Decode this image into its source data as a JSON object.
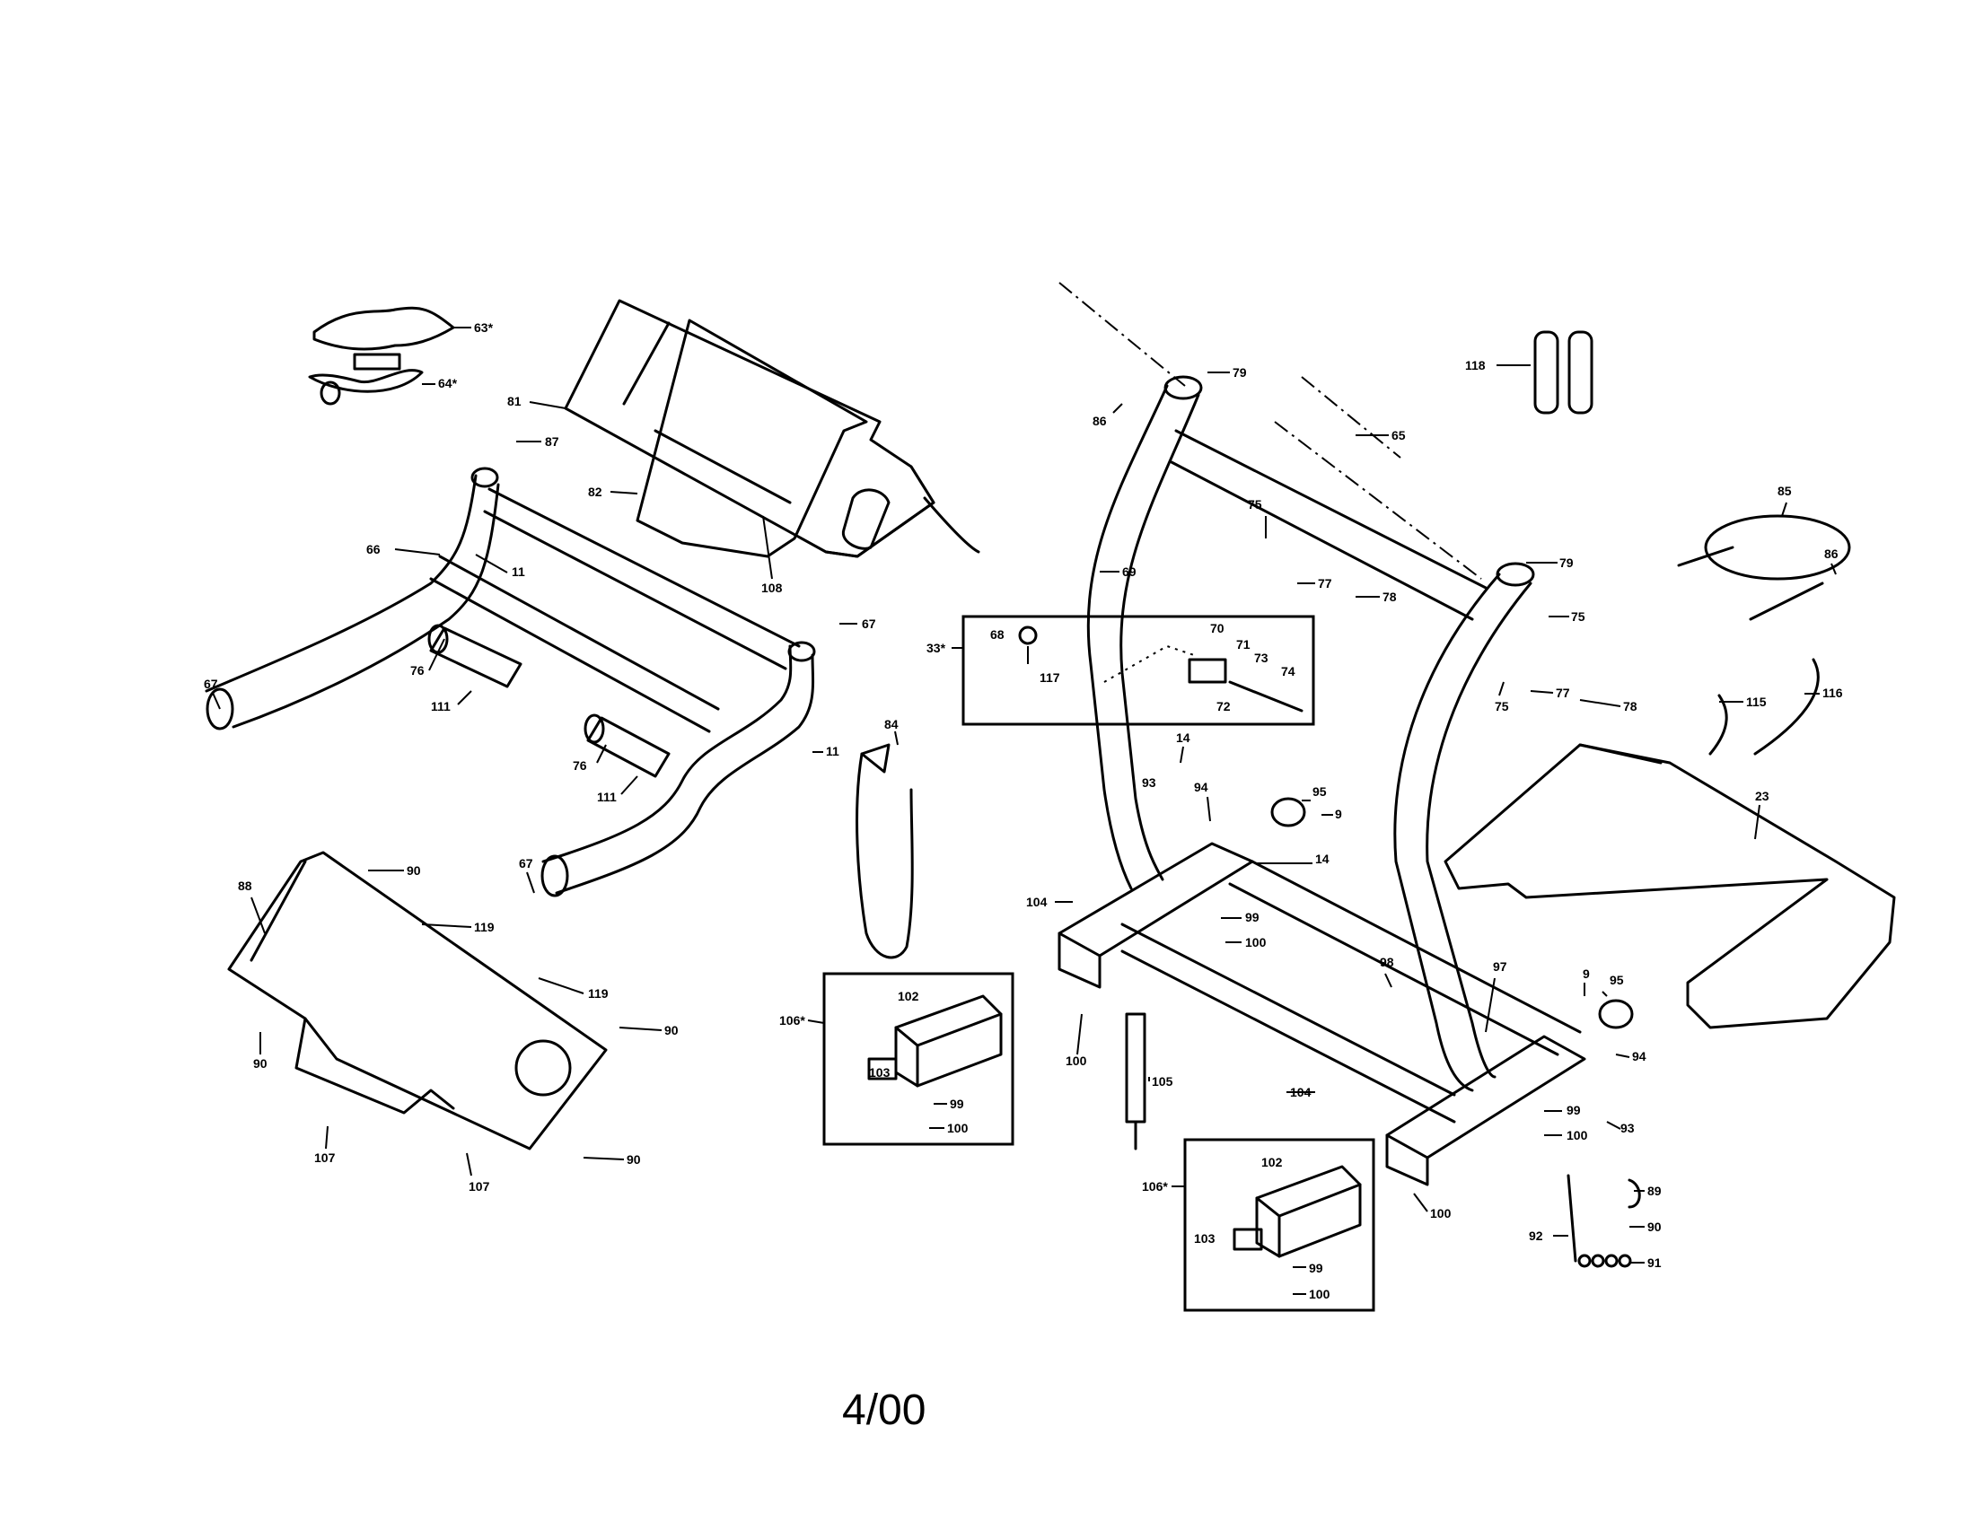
{
  "page_date": "4/00",
  "callouts": [
    "63*",
    "64*",
    "81",
    "87",
    "82",
    "108",
    "66",
    "11",
    "67",
    "76",
    "111",
    "67",
    "76",
    "111",
    "11",
    "67",
    "88",
    "90",
    "119",
    "119",
    "90",
    "90",
    "107",
    "107",
    "90",
    "84",
    "106*",
    "102",
    "103",
    "99",
    "100",
    "86",
    "79",
    "69",
    "65",
    "75",
    "77",
    "78",
    "33*",
    "68",
    "117",
    "70",
    "71",
    "73",
    "74",
    "72",
    "79",
    "75",
    "77",
    "75",
    "78",
    "118",
    "85",
    "86",
    "115",
    "116",
    "23",
    "14",
    "93",
    "94",
    "95",
    "9",
    "14",
    "104",
    "99",
    "100",
    "100",
    "105",
    "98",
    "97",
    "9",
    "95",
    "94",
    "104",
    "99",
    "100",
    "93",
    "106*",
    "102",
    "103",
    "99",
    "100",
    "100",
    "92",
    "89",
    "90",
    "91"
  ]
}
